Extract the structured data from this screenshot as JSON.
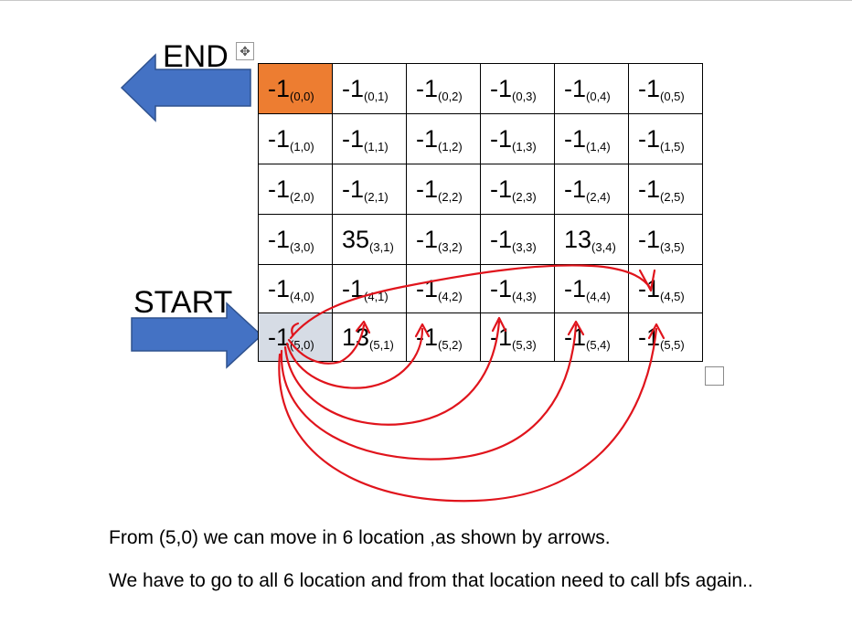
{
  "labels": {
    "end": "END",
    "start": "START"
  },
  "grid": {
    "rows": [
      [
        {
          "value": "-1",
          "index": "(0,0)"
        },
        {
          "value": "-1",
          "index": "(0,1)"
        },
        {
          "value": "-1",
          "index": "(0,2)"
        },
        {
          "value": "-1",
          "index": "(0,3)"
        },
        {
          "value": "-1",
          "index": "(0,4)"
        },
        {
          "value": "-1",
          "index": "(0,5)"
        }
      ],
      [
        {
          "value": "-1",
          "index": "(1,0)"
        },
        {
          "value": "-1",
          "index": "(1,1)"
        },
        {
          "value": "-1",
          "index": "(1,2)"
        },
        {
          "value": "-1",
          "index": "(1,3)"
        },
        {
          "value": "-1",
          "index": "(1,4)"
        },
        {
          "value": "-1",
          "index": "(1,5)"
        }
      ],
      [
        {
          "value": "-1",
          "index": "(2,0)"
        },
        {
          "value": "-1",
          "index": "(2,1)"
        },
        {
          "value": "-1",
          "index": "(2,2)"
        },
        {
          "value": "-1",
          "index": "(2,3)"
        },
        {
          "value": "-1",
          "index": "(2,4)"
        },
        {
          "value": "-1",
          "index": "(2,5)"
        }
      ],
      [
        {
          "value": "-1",
          "index": "(3,0)"
        },
        {
          "value": "35",
          "index": "(3,1)"
        },
        {
          "value": "-1",
          "index": "(3,2)"
        },
        {
          "value": "-1",
          "index": "(3,3)"
        },
        {
          "value": "13",
          "index": "(3,4)"
        },
        {
          "value": "-1",
          "index": "(3,5)"
        }
      ],
      [
        {
          "value": "-1",
          "index": "(4,0)"
        },
        {
          "value": "-1",
          "index": "(4,1)"
        },
        {
          "value": "-1",
          "index": "(4,2)"
        },
        {
          "value": "-1",
          "index": "(4,3)"
        },
        {
          "value": "-1",
          "index": "(4,4)"
        },
        {
          "value": "-1",
          "index": "(4,5)"
        }
      ],
      [
        {
          "value": "-1",
          "index": "(5,0)"
        },
        {
          "value": "13",
          "index": "(5,1)"
        },
        {
          "value": "-1",
          "index": "(5,2)"
        },
        {
          "value": "-1",
          "index": "(5,3)"
        },
        {
          "value": "-1",
          "index": "(5,4)"
        },
        {
          "value": "-1",
          "index": "(5,5)"
        }
      ]
    ]
  },
  "captions": {
    "line1": "From (5,0) we can move in 6 location ,as shown by arrows.",
    "line2": "We have to go to all 6 location and from that location need to call bfs again.."
  },
  "colors": {
    "end_cell": "#ed7d31",
    "start_cell": "#d6dce5",
    "block_arrow": "#4472c4",
    "hand_arrow": "#e0141c"
  },
  "icons": {
    "move_handle": "move-arrows-icon",
    "resize_handle": "resize-square-icon"
  }
}
